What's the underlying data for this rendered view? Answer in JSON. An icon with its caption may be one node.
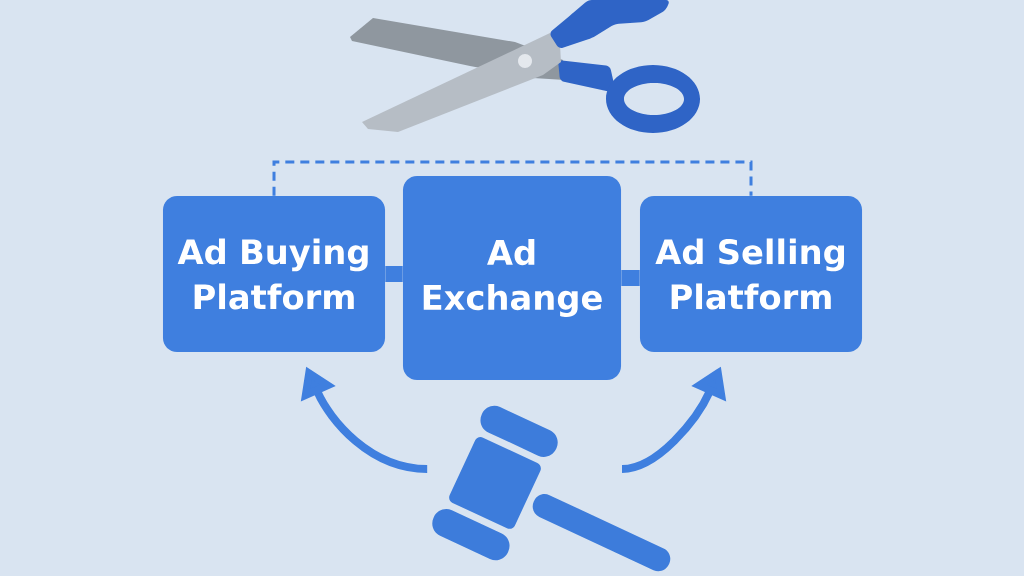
{
  "diagram": {
    "nodes": [
      {
        "text": [
          "Ad Buying Platform"
        ]
      },
      {
        "text": [
          "Ad Exchange"
        ]
      },
      {
        "text": [
          "Ad Selling Platform"
        ]
      },
      {
        "text": [],
        "shape": "picture"
      }
    ],
    "edges": [
      {
        "from": 0,
        "to": 1,
        "arrow": "none",
        "style": "thick"
      },
      {
        "from": 1,
        "to": 2,
        "arrow": "none",
        "style": "thick"
      },
      {
        "from": 0,
        "to": 2,
        "arrow": "none",
        "style": "dashed"
      },
      {
        "from": 3,
        "to": 0,
        "arrow": "to"
      },
      {
        "from": 3,
        "to": 2,
        "arrow": "to"
      }
    ]
  }
}
